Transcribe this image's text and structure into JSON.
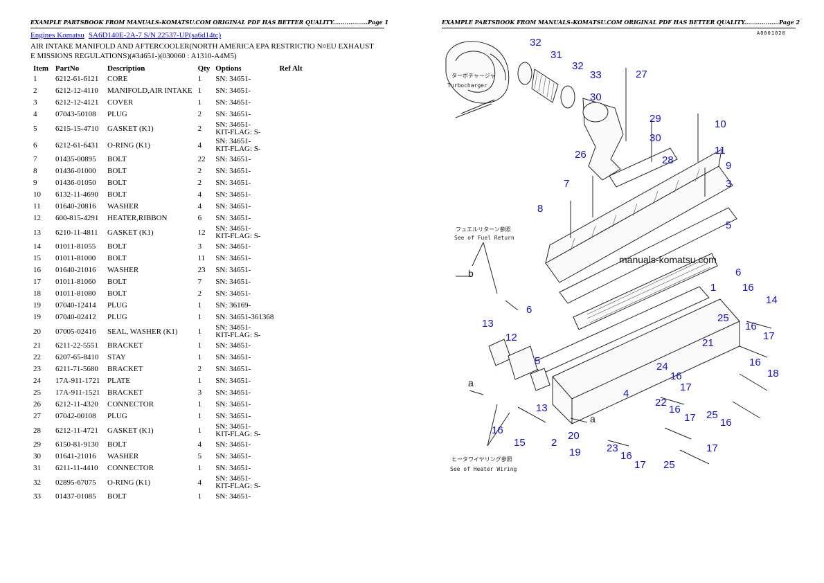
{
  "header": {
    "page1": "EXAMPLE PARTSBOOK FROM MANUALS-KOMATSU.COM ORIGINAL PDF HAS BETTER QUALITY..................Page 1",
    "page2": "EXAMPLE PARTSBOOK FROM MANUALS-KOMATSU.COM ORIGINAL PDF HAS BETTER QUALITY..................Page 2"
  },
  "breadcrumb": {
    "link1": "Engines Komatsu",
    "link2": "SA6D140E-2A-7 S/N 22537-UP(sa6d14tc)"
  },
  "subtitle": "AIR INTAKE MANIFOLD AND AFTERCOOLER(NORTH AMERICA EPA RESTRICTIO N¤EU EXHAUST E MISSIONS REGULATIONS)(#34651-)(030060 : A1310-A4M5)",
  "table": {
    "headers": [
      "Item",
      "PartNo",
      "Description",
      "Qty",
      "Options",
      "Ref Alt"
    ],
    "rows": [
      {
        "item": "1",
        "part": "6212-61-6121",
        "desc": "CORE",
        "qty": "1",
        "opt": "SN: 34651-",
        "opt2": ""
      },
      {
        "item": "2",
        "part": "6212-12-4110",
        "desc": "MANIFOLD,AIR INTAKE",
        "qty": "1",
        "opt": "SN: 34651-",
        "opt2": ""
      },
      {
        "item": "3",
        "part": "6212-12-4121",
        "desc": "COVER",
        "qty": "1",
        "opt": "SN: 34651-",
        "opt2": ""
      },
      {
        "item": "4",
        "part": "07043-50108",
        "desc": "PLUG",
        "qty": "2",
        "opt": "SN: 34651-",
        "opt2": ""
      },
      {
        "item": "5",
        "part": "6215-15-4710",
        "desc": "GASKET (K1)",
        "qty": "2",
        "opt": "SN: 34651-",
        "opt2": "KIT-FLAG: S-"
      },
      {
        "item": "6",
        "part": "6212-61-6431",
        "desc": "O-RING (K1)",
        "qty": "4",
        "opt": "SN: 34651-",
        "opt2": "KIT-FLAG: S-"
      },
      {
        "item": "7",
        "part": "01435-00895",
        "desc": "BOLT",
        "qty": "22",
        "opt": "SN: 34651-",
        "opt2": ""
      },
      {
        "item": "8",
        "part": "01436-01000",
        "desc": "BOLT",
        "qty": "2",
        "opt": "SN: 34651-",
        "opt2": ""
      },
      {
        "item": "9",
        "part": "01436-01050",
        "desc": "BOLT",
        "qty": "2",
        "opt": "SN: 34651-",
        "opt2": ""
      },
      {
        "item": "10",
        "part": "6132-11-4690",
        "desc": "BOLT",
        "qty": "4",
        "opt": "SN: 34651-",
        "opt2": ""
      },
      {
        "item": "11",
        "part": "01640-20816",
        "desc": "WASHER",
        "qty": "4",
        "opt": "SN: 34651-",
        "opt2": ""
      },
      {
        "item": "12",
        "part": "600-815-4291",
        "desc": "HEATER,RIBBON",
        "qty": "6",
        "opt": "SN: 34651-",
        "opt2": ""
      },
      {
        "item": "13",
        "part": "6210-11-4811",
        "desc": "GASKET (K1)",
        "qty": "12",
        "opt": "SN: 34651-",
        "opt2": "KIT-FLAG: S-"
      },
      {
        "item": "14",
        "part": "01011-81055",
        "desc": "BOLT",
        "qty": "3",
        "opt": "SN: 34651-",
        "opt2": ""
      },
      {
        "item": "15",
        "part": "01011-81000",
        "desc": "BOLT",
        "qty": "11",
        "opt": "SN: 34651-",
        "opt2": ""
      },
      {
        "item": "16",
        "part": "01640-21016",
        "desc": "WASHER",
        "qty": "23",
        "opt": "SN: 34651-",
        "opt2": ""
      },
      {
        "item": "17",
        "part": "01011-81060",
        "desc": "BOLT",
        "qty": "7",
        "opt": "SN: 34651-",
        "opt2": ""
      },
      {
        "item": "18",
        "part": "01011-81080",
        "desc": "BOLT",
        "qty": "2",
        "opt": "SN: 34651-",
        "opt2": ""
      },
      {
        "item": "19",
        "part": "07040-12414",
        "desc": "PLUG",
        "qty": "1",
        "opt": "SN: 36169-",
        "opt2": ""
      },
      {
        "item": "19",
        "part": "07040-02412",
        "desc": "PLUG",
        "qty": "1",
        "opt": "SN: 34651-361368",
        "opt2": ""
      },
      {
        "item": "20",
        "part": "07005-02416",
        "desc": "SEAL, WASHER (K1)",
        "qty": "1",
        "opt": "SN: 34651-",
        "opt2": "KIT-FLAG: S-"
      },
      {
        "item": "21",
        "part": "6211-22-5551",
        "desc": "BRACKET",
        "qty": "1",
        "opt": "SN: 34651-",
        "opt2": ""
      },
      {
        "item": "22",
        "part": "6207-65-8410",
        "desc": "STAY",
        "qty": "1",
        "opt": "SN: 34651-",
        "opt2": ""
      },
      {
        "item": "23",
        "part": "6211-71-5680",
        "desc": "BRACKET",
        "qty": "2",
        "opt": "SN: 34651-",
        "opt2": ""
      },
      {
        "item": "24",
        "part": "17A-911-1721",
        "desc": "PLATE",
        "qty": "1",
        "opt": "SN: 34651-",
        "opt2": ""
      },
      {
        "item": "25",
        "part": "17A-911-1521",
        "desc": "BRACKET",
        "qty": "3",
        "opt": "SN: 34651-",
        "opt2": ""
      },
      {
        "item": "26",
        "part": "6212-11-4320",
        "desc": "CONNECTOR",
        "qty": "1",
        "opt": "SN: 34651-",
        "opt2": ""
      },
      {
        "item": "27",
        "part": "07042-00108",
        "desc": "PLUG",
        "qty": "1",
        "opt": "SN: 34651-",
        "opt2": ""
      },
      {
        "item": "28",
        "part": "6212-11-4721",
        "desc": "GASKET (K1)",
        "qty": "1",
        "opt": "SN: 34651-",
        "opt2": "KIT-FLAG: S-"
      },
      {
        "item": "29",
        "part": "6150-81-9130",
        "desc": "BOLT",
        "qty": "4",
        "opt": "SN: 34651-",
        "opt2": ""
      },
      {
        "item": "30",
        "part": "01641-21016",
        "desc": "WASHER",
        "qty": "5",
        "opt": "SN: 34651-",
        "opt2": ""
      },
      {
        "item": "31",
        "part": "6211-11-4410",
        "desc": "CONNECTOR",
        "qty": "1",
        "opt": "SN: 34651-",
        "opt2": ""
      },
      {
        "item": "32",
        "part": "02895-67075",
        "desc": "O-RING (K1)",
        "qty": "4",
        "opt": "SN: 34651-",
        "opt2": "KIT-FLAG: S-"
      },
      {
        "item": "33",
        "part": "01437-01085",
        "desc": "BOLT",
        "qty": "1",
        "opt": "SN: 34651-",
        "opt2": ""
      }
    ]
  },
  "drawing": {
    "plate_code": "A0001020",
    "watermark": "manuals-komatsu.com",
    "turbo_jp": "ターボチャージャ",
    "turbo_en": "Turbocharger",
    "fuel_jp": "フュエルリターン参照",
    "fuel_en": "See of Fuel Return",
    "heater_jp": "ヒータワイヤリング参照",
    "heater_en": "See of Heater Wiring",
    "ref_a": "a",
    "ref_b": "b",
    "callouts": [
      "32",
      "31",
      "32",
      "33",
      "27",
      "30",
      "29",
      "30",
      "10",
      "11",
      "9",
      "3",
      "26",
      "28",
      "7",
      "8",
      "5",
      "1",
      "6",
      "16",
      "14",
      "6",
      "25",
      "16",
      "21",
      "17",
      "13",
      "12",
      "24",
      "16",
      "17",
      "5",
      "16",
      "18",
      "4",
      "22",
      "13",
      "16",
      "25",
      "16",
      "17",
      "20",
      "2",
      "23",
      "19",
      "16",
      "17",
      "25",
      "15",
      "16",
      "17"
    ]
  }
}
